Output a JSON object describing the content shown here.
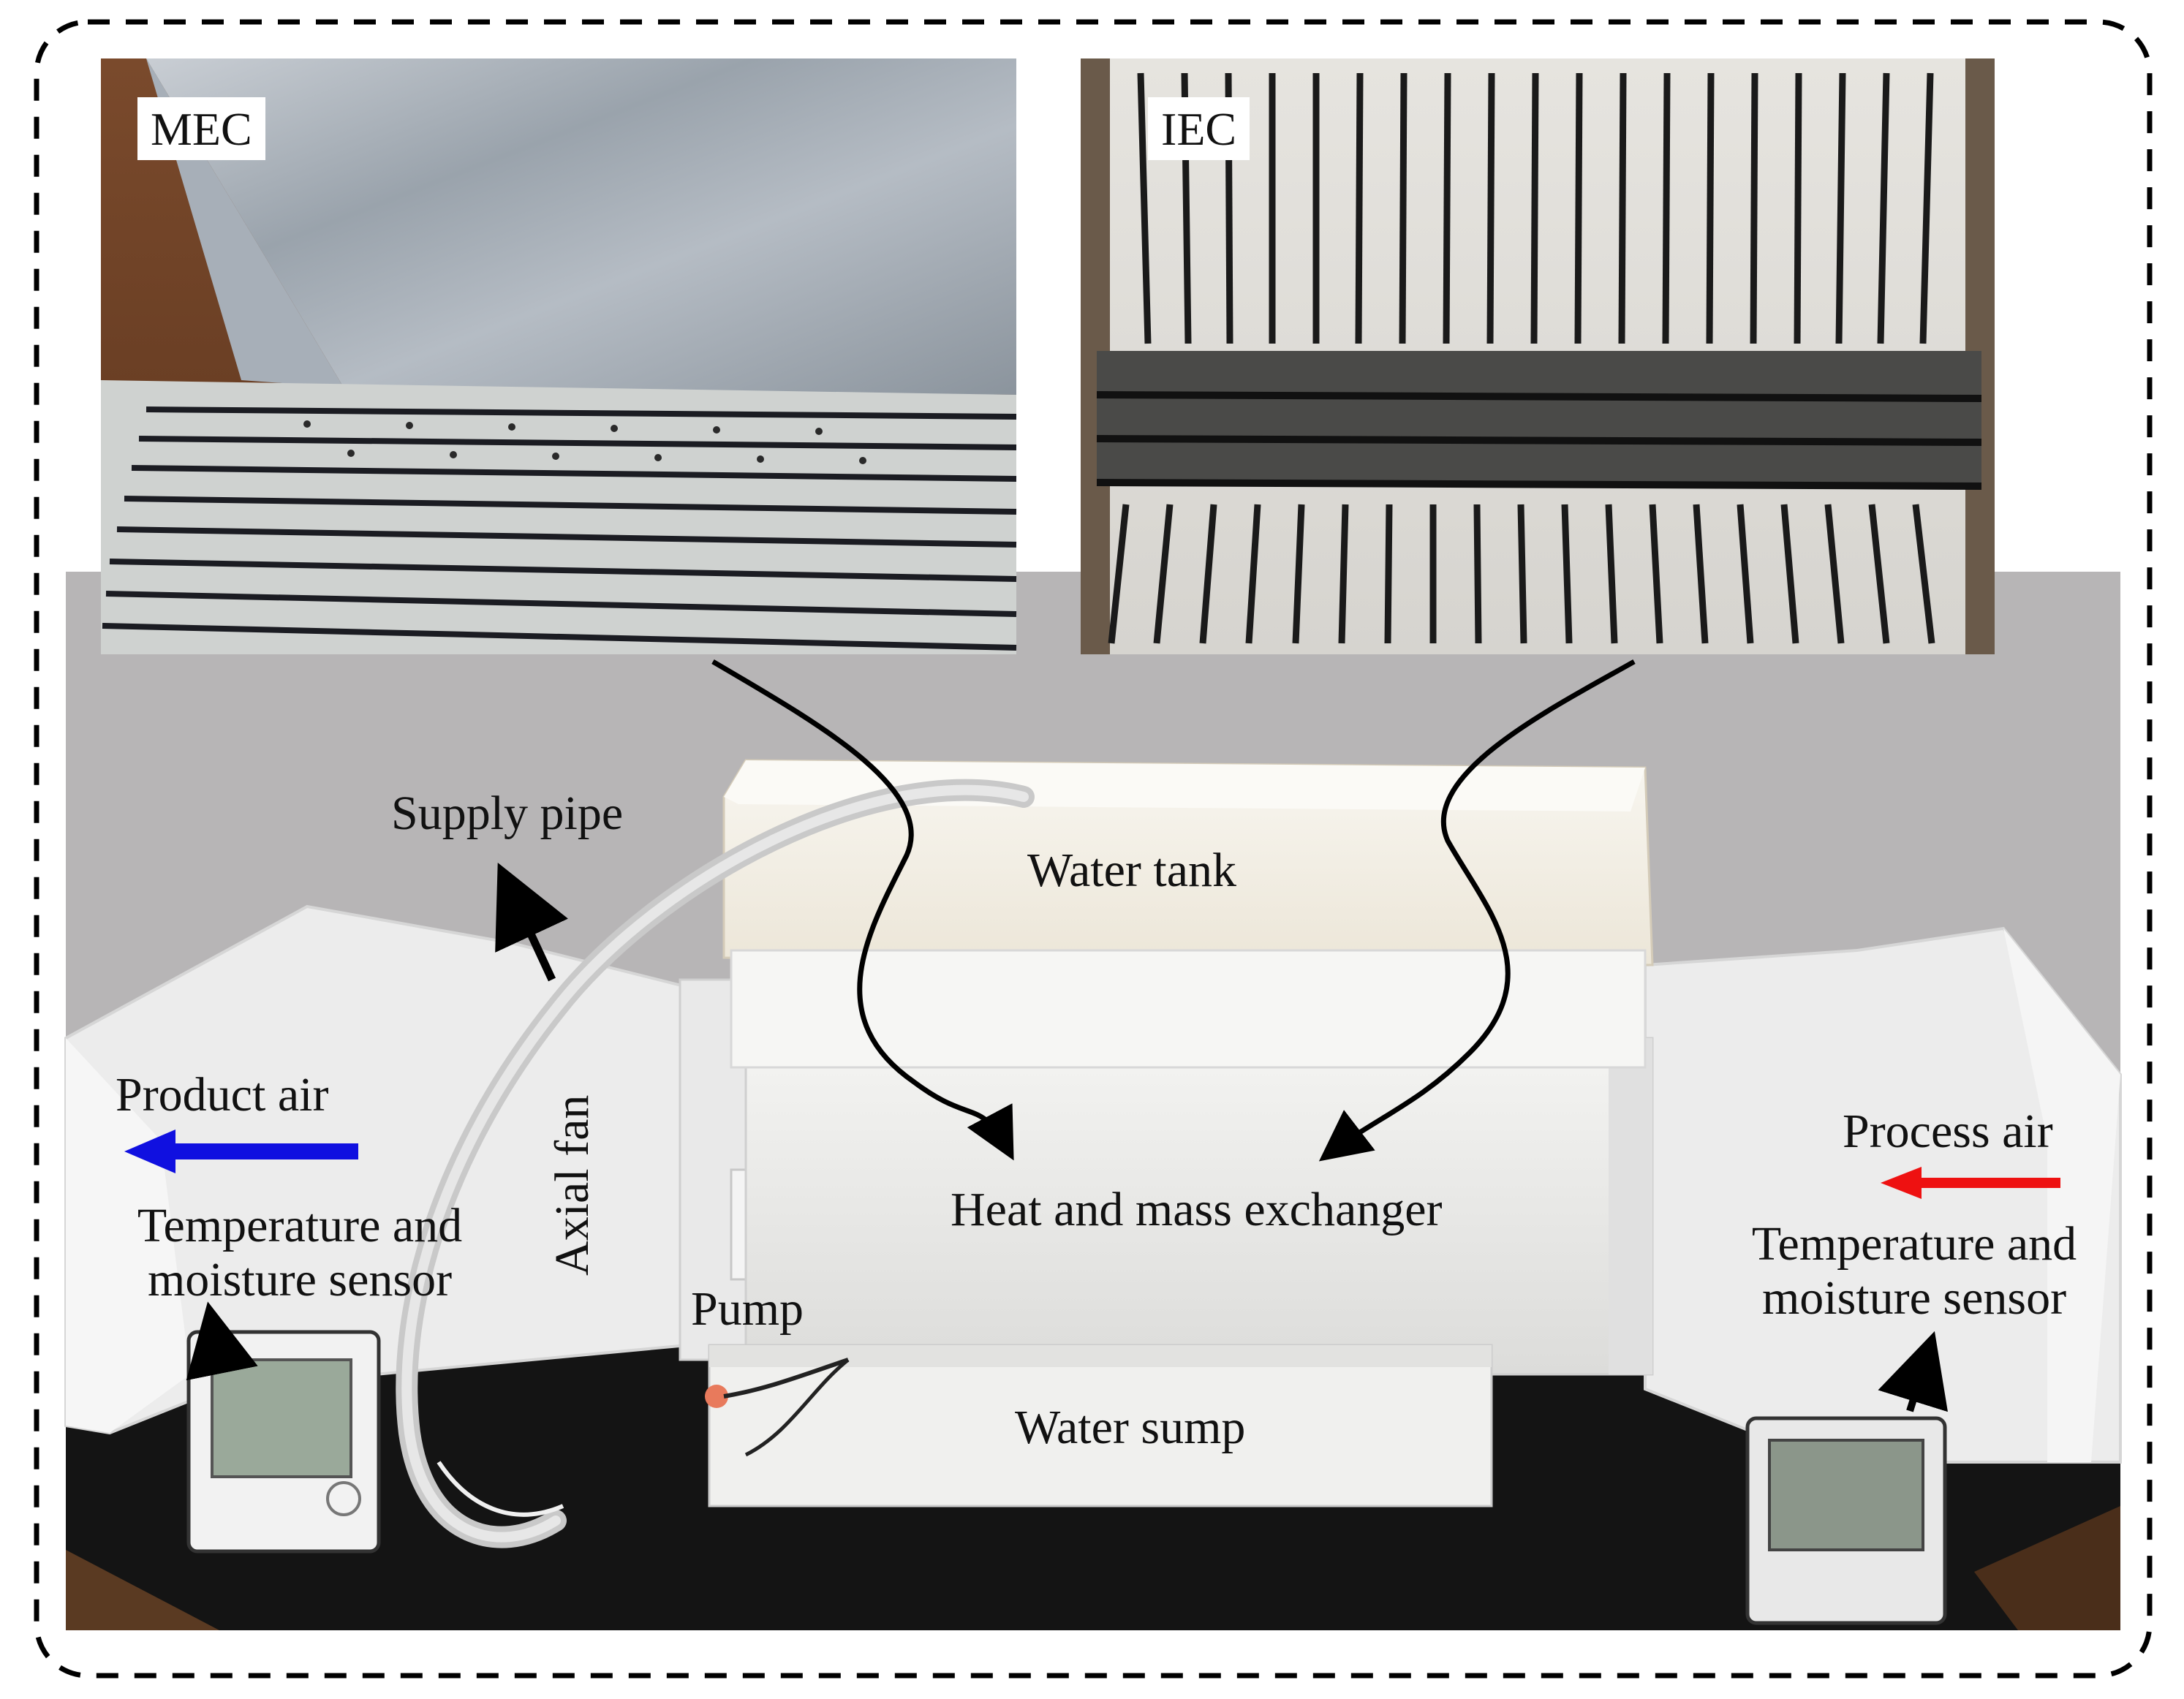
{
  "insets": {
    "mec_label": "MEC",
    "iec_label": "IEC"
  },
  "labels": {
    "supply_pipe": "Supply pipe",
    "water_tank": "Water tank",
    "product_air": "Product air",
    "process_air": "Process air",
    "axial_fan": "Axial fan",
    "heat_mass_exchanger": "Heat and mass exchanger",
    "pump": "Pump",
    "water_sump": "Water sump",
    "left_sensor_line1": "Temperature and",
    "left_sensor_line2": "moisture sensor",
    "right_sensor_line1": "Temperature and",
    "right_sensor_line2": "moisture sensor"
  },
  "colors": {
    "product_air_arrow": "#1010e0",
    "process_air_arrow": "#ee1111",
    "pointer_arrow": "#000000",
    "frame_dash": "#000000"
  }
}
